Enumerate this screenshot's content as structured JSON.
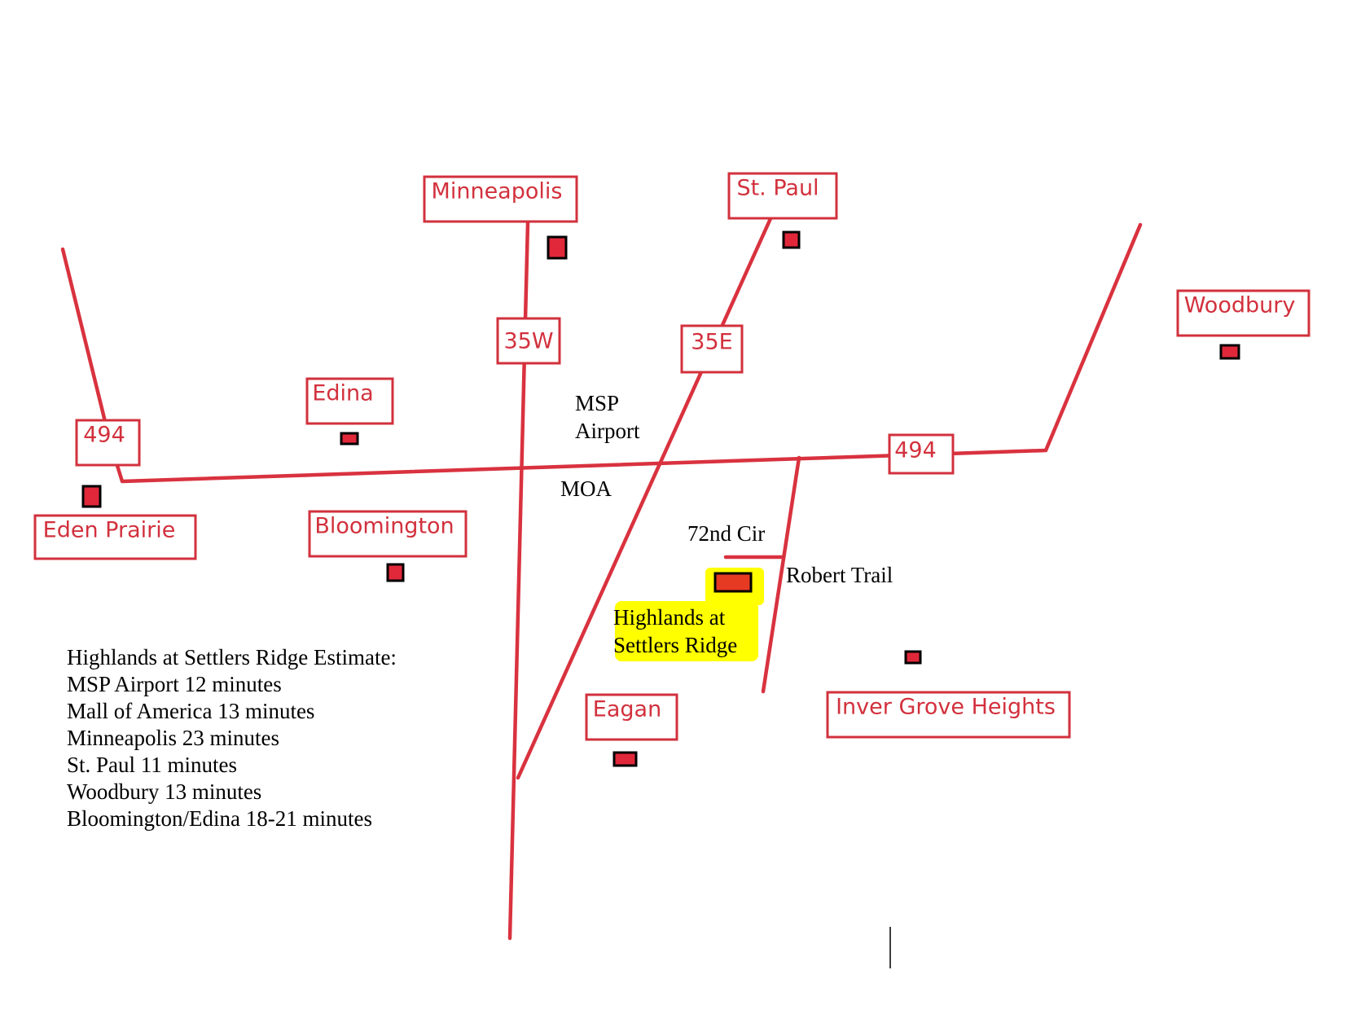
{
  "colors": {
    "road": "#d9323f",
    "box_border": "#d2313d",
    "marker_fill": "#e0283a",
    "marker_border": "#000000",
    "highlight": "#ffff00",
    "text_dark": "#000000"
  },
  "roads": {
    "i35w": "35W",
    "i35e": "35E",
    "i494_west": "494",
    "i494_east": "494",
    "street_72nd": "72nd Cir",
    "robert_trail": "Robert Trail"
  },
  "places": {
    "minneapolis": "Minneapolis",
    "st_paul": "St. Paul",
    "woodbury": "Woodbury",
    "edina": "Edina",
    "eden_prairie": "Eden Prairie",
    "bloomington": "Bloomington",
    "eagan": "Eagan",
    "inver_grove_heights": "Inver Grove Heights"
  },
  "landmarks": {
    "msp_line1": "MSP",
    "msp_line2": "Airport",
    "moa": "MOA",
    "highlight_line1": "Highlands at",
    "highlight_line2": "Settlers Ridge"
  },
  "estimate": {
    "title": "Highlands at Settlers Ridge Estimate:",
    "lines": [
      "MSP Airport 12 minutes",
      "Mall of America 13 minutes",
      "Minneapolis 23 minutes",
      "St. Paul 11 minutes",
      "Woodbury 13 minutes",
      "Bloomington/Edina 18-21 minutes"
    ]
  }
}
